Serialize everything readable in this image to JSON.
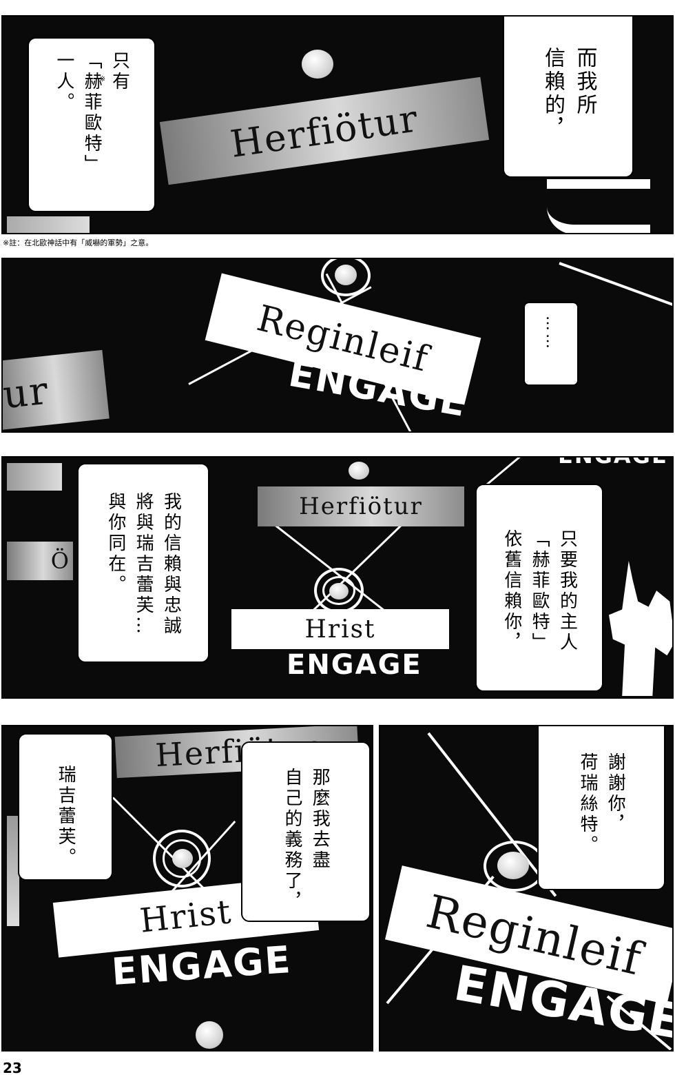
{
  "panel1": {
    "banner_text": "Herfiötur",
    "bubble_left": "只有\n「赫菲歐特」\n一人。",
    "bubble_left_mark": "※",
    "bubble_right": "而我所\n信賴的，"
  },
  "footnote": "※註：在北歐神話中有「威嚇的軍勢」之意。",
  "panel2": {
    "banner_text": "Reginleif",
    "engage": "ENGAGE",
    "fragment_text": "ur",
    "bubble": "……"
  },
  "panel3": {
    "top_banner": "Herfiötur",
    "fragment_text": "Ö",
    "bottom_banner": "Hrist",
    "engage": "ENGAGE",
    "engage_cut": "ENGAGE",
    "bubble_left": "我的信賴與忠誠\n將與瑞吉蕾芙…\n與你同在。",
    "bubble_right": "只要我的主人\n「赫菲歐特」\n依舊信賴你，"
  },
  "panel4": {
    "top_banner": "Herfiötur",
    "bottom_banner": "Hrist",
    "engage": "ENGAGE",
    "bubble_left": "瑞吉蕾芙。",
    "bubble_right": "那麼我去盡\n自己的義務了，"
  },
  "panel5": {
    "banner_text": "Reginleif",
    "engage": "ENGAGE",
    "bubble": "謝謝你，\n荷瑞絲特。"
  },
  "page_number": "23"
}
